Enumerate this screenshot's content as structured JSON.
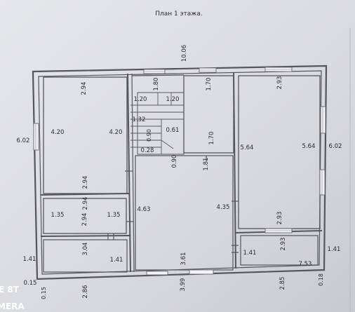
{
  "title": "План 1 этажа.",
  "overall": {
    "width": "10.06",
    "height_left": "6.02",
    "height_right": "6.02"
  },
  "rooms": {
    "top_left": {
      "top": "2.94",
      "left": "4.20",
      "right": "4.20",
      "bottom": "2.94"
    },
    "stair": {
      "top": "1.80",
      "w_left": "1.20",
      "w_right": "1.20",
      "run": "1.32",
      "flight_a": "0.90",
      "flight_b": "0.61",
      "landing": "0.28",
      "below": "0.90"
    },
    "small_top": {
      "top": "1.70",
      "side": "1.70"
    },
    "top_right": {
      "top": "2.93",
      "left": "5.64",
      "right": "5.64",
      "bottom": "2.93"
    },
    "utility": {
      "top": "2.94",
      "left": "1.35",
      "right": "1.35"
    },
    "hall": {
      "left": "4.63",
      "right": "4.35",
      "side": "1.81",
      "bottom": "3.61"
    },
    "bottom_left": {
      "top": "3.04",
      "right": "1.41",
      "left": "1.41"
    },
    "bottom_right": {
      "top": "2.93",
      "left": "1.41",
      "right": "1.41",
      "area": "7.53"
    }
  },
  "bottom_dims": {
    "a": "0.15",
    "b": "0.15",
    "c": "2.86",
    "d": "3.99",
    "e": "2.85",
    "f": "0.18"
  },
  "watermark": {
    "line1": "E 8T",
    "line2": "MERA"
  }
}
